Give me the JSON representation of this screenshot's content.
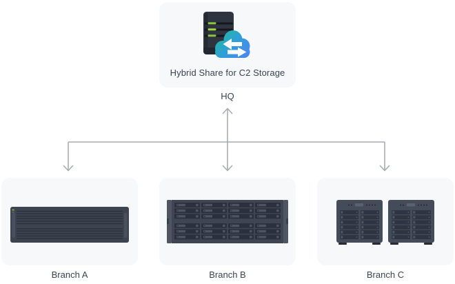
{
  "diagram": {
    "hq": {
      "card_title": "Hybrid Share for C2 Storage",
      "label": "HQ",
      "icon": "server-cloud-sync-icon"
    },
    "branches": [
      {
        "label": "Branch A",
        "device": "rackmount-server-icon"
      },
      {
        "label": "Branch B",
        "device": "rackmount-drive-bay-server-icon"
      },
      {
        "label": "Branch C",
        "device": "dual-tower-nas-icon"
      }
    ],
    "connections": [
      {
        "from": "HQ",
        "to": "Branch A",
        "style": "arrow-down"
      },
      {
        "from": "HQ",
        "to": "Branch B",
        "style": "arrow-bidirectional"
      },
      {
        "from": "HQ",
        "to": "Branch C",
        "style": "arrow-down"
      }
    ]
  },
  "colors": {
    "page-bg": "#ffffff",
    "card-bg": "#f6f8fa",
    "text": "#3a4350",
    "connector": "#a8acb2",
    "server-body": "#3f4653",
    "server-dark": "#2d333d",
    "led-green": "#8bc53f",
    "cloud-teal": "#1fbc9c",
    "cloud-blue": "#4f84f4"
  }
}
